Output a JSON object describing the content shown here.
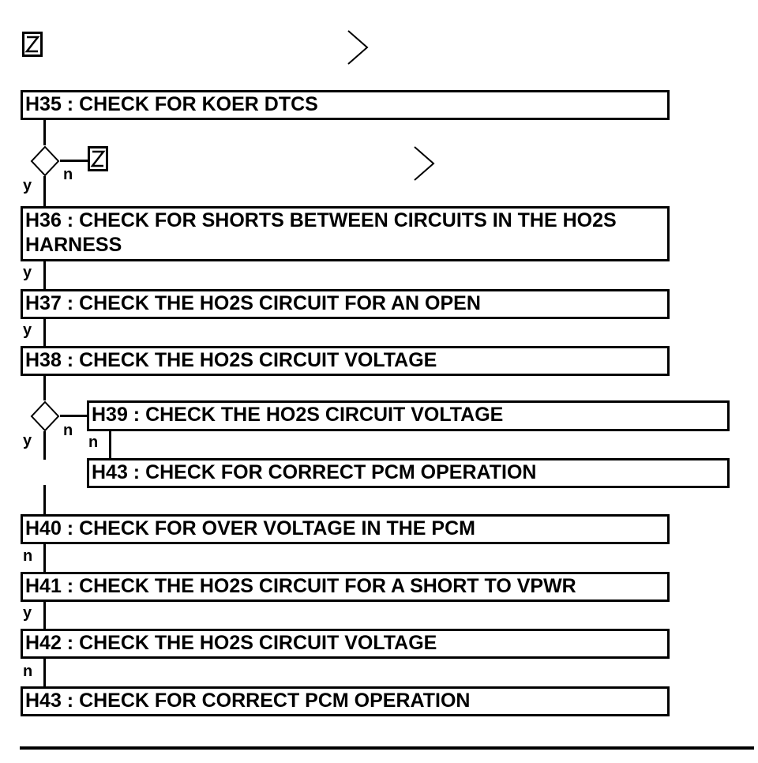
{
  "header": {
    "zoom_icon": "zoom-box-icon",
    "next_icon": "chevron-right-icon"
  },
  "steps": {
    "h35": "H35 : CHECK FOR KOER DTCS",
    "h36": "H36 : CHECK FOR SHORTS BETWEEN CIRCUITS IN THE HO2S HARNESS",
    "h37": "H37 : CHECK THE HO2S CIRCUIT FOR AN OPEN",
    "h38": "H38 : CHECK THE HO2S CIRCUIT VOLTAGE",
    "h39": "H39 : CHECK THE HO2S CIRCUIT VOLTAGE",
    "h43a": "H43 : CHECK FOR CORRECT PCM OPERATION",
    "h40": "H40 : CHECK FOR OVER VOLTAGE IN THE PCM",
    "h41": "H41 : CHECK THE HO2S CIRCUIT FOR A SHORT TO VPWR",
    "h42": "H42 : CHECK THE HO2S CIRCUIT VOLTAGE",
    "h43b": "H43 : CHECK FOR CORRECT PCM OPERATION"
  },
  "labels": {
    "y1": "y",
    "n1": "n",
    "y2": "y",
    "y3": "y",
    "y4": "y",
    "n2": "n",
    "n3": "n",
    "n4": "n",
    "y5": "y",
    "n5": "n"
  }
}
